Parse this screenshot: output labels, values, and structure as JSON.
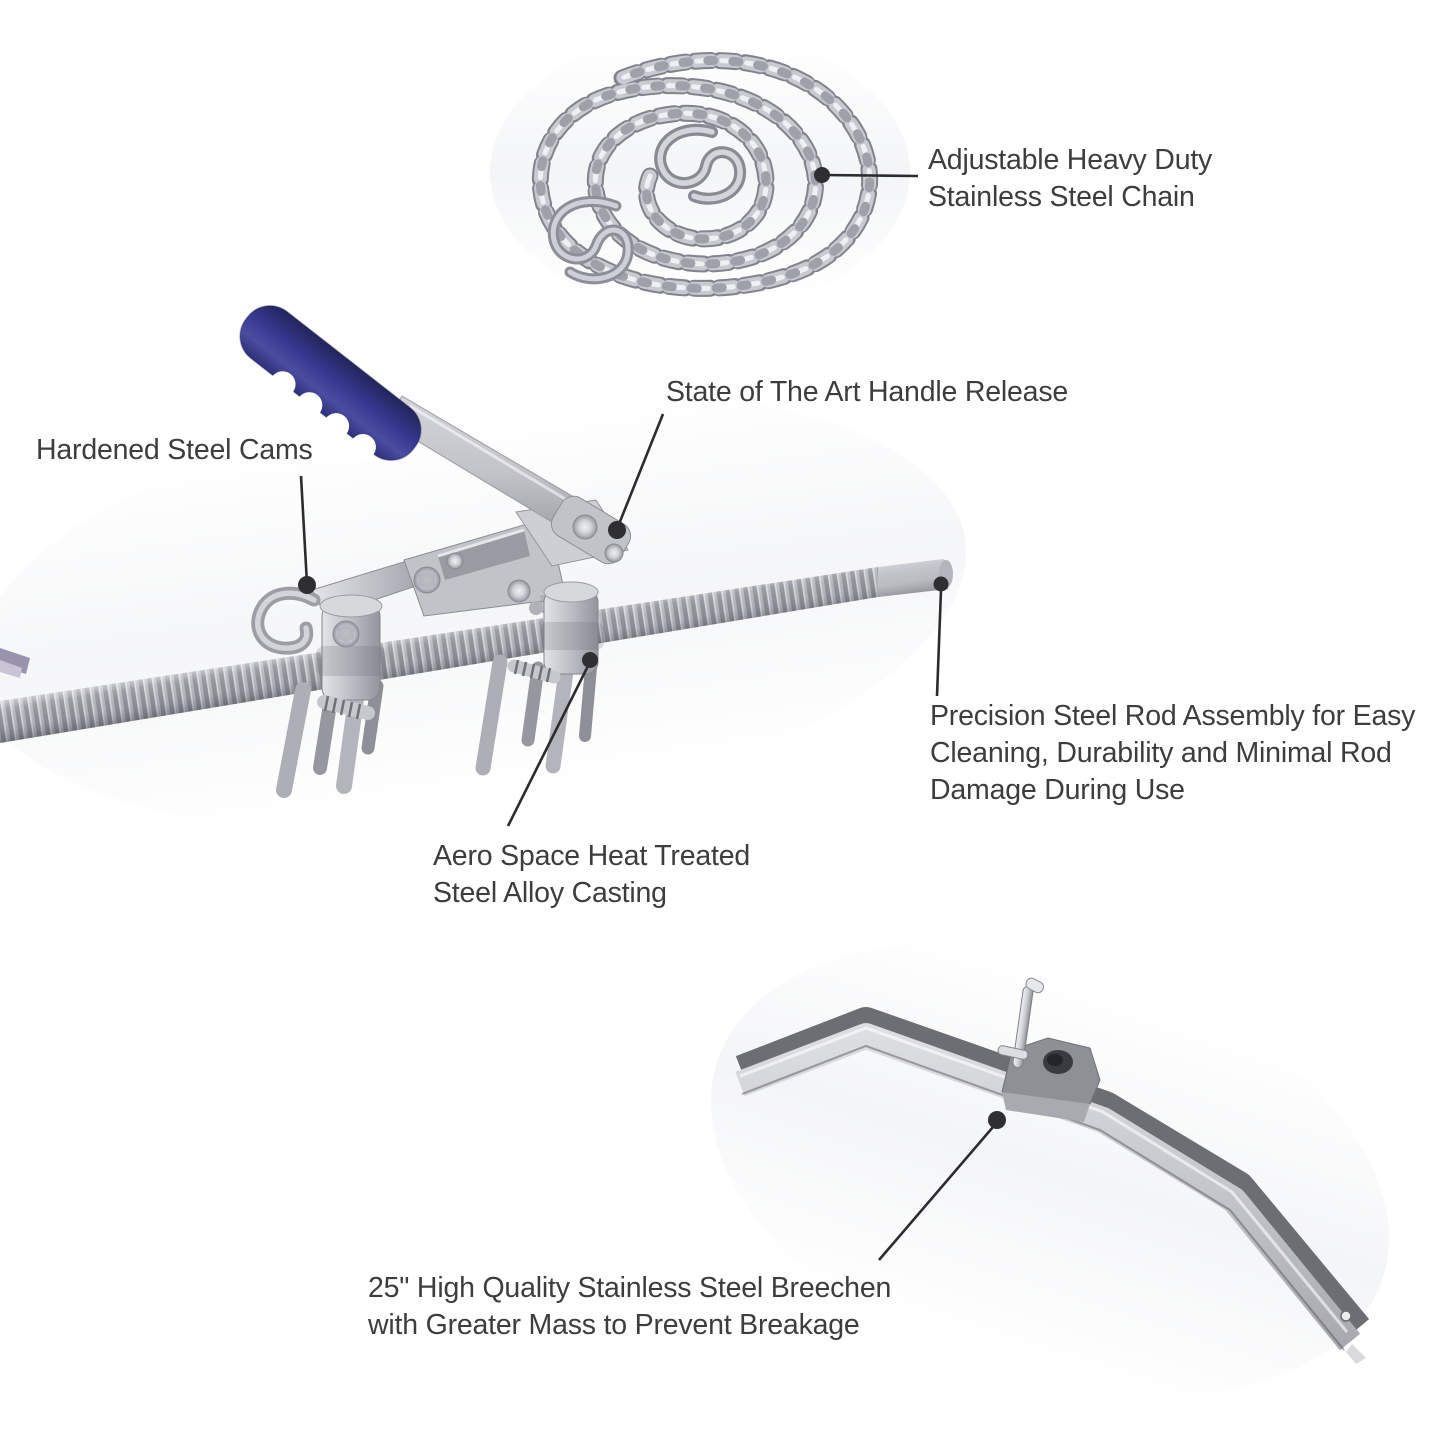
{
  "diagram": {
    "product": "calf-puller parts callout diagram",
    "background": "#ffffff"
  },
  "annotations": {
    "chain": "Adjustable Heavy Duty\nStainless Steel Chain",
    "handle_release": "State of The Art Handle Release",
    "cams": "Hardened Steel Cams",
    "rod_assembly": "Precision Steel Rod Assembly for Easy\nCleaning, Durability and Minimal Rod\nDamage During Use",
    "casting": "Aero Space Heat Treated\nSteel Alloy Casting",
    "breechen": "25\" High Quality Stainless Steel Breechen\nwith Greater Mass to Prevent Breakage"
  },
  "colors": {
    "label_text": "#3d3d3f",
    "leader_line": "#2c2c2e",
    "grip_blue": "#34378c",
    "steel_light": "#dcdde1",
    "steel_mid": "#b7b8bf",
    "steel_dark": "#84858c"
  }
}
